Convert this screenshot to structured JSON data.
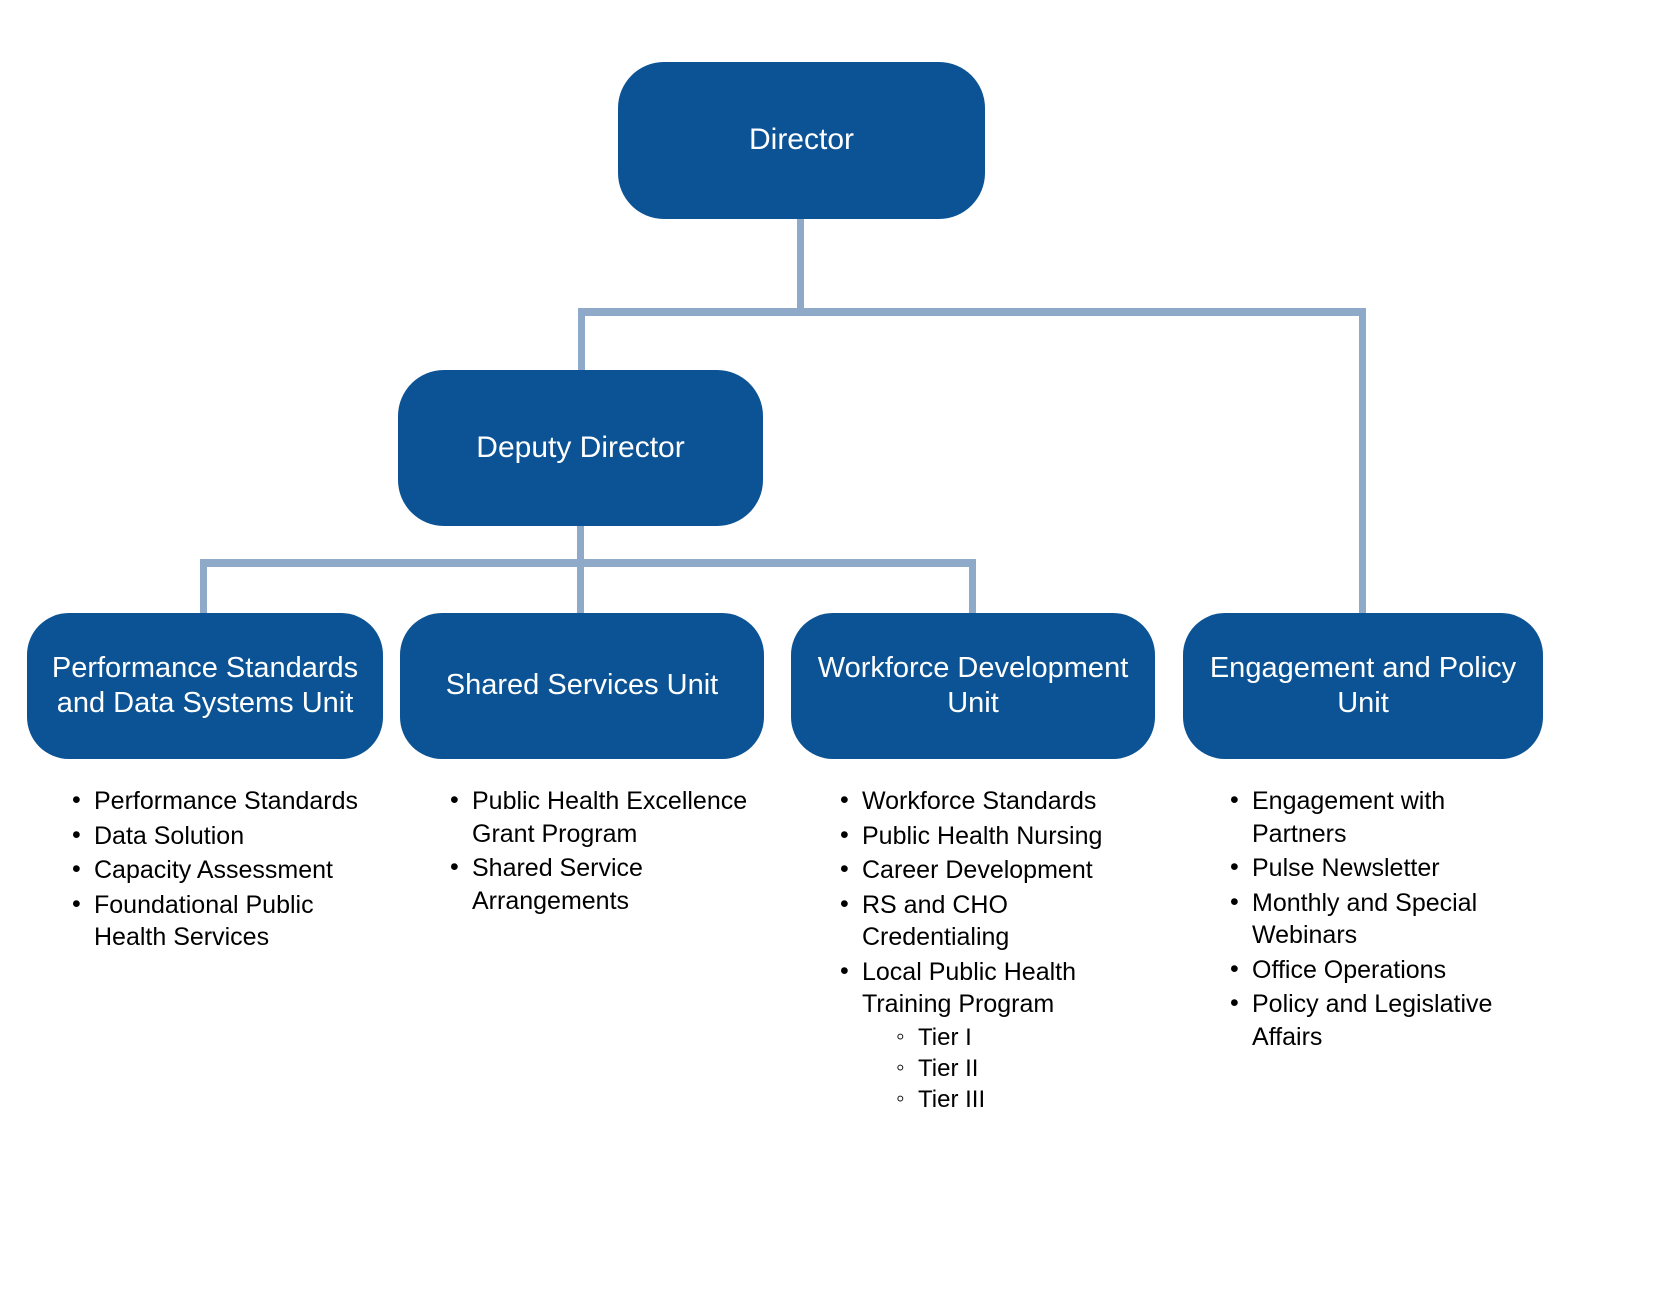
{
  "chart_data": {
    "type": "diagram",
    "title": "Organizational Chart",
    "colors": {
      "node_fill": "#0B5394",
      "node_text": "#FFFFFF",
      "connector": "#8FAAC8",
      "background": "#FFFFFF",
      "list_text": "#000000"
    },
    "nodes": [
      {
        "id": "director",
        "label": "Director",
        "level": 0
      },
      {
        "id": "deputy-director",
        "label": "Deputy Director",
        "level": 1,
        "parent": "director"
      },
      {
        "id": "performance-standards-and-data-systems-unit",
        "label": "Performance Standards and Data Systems Unit",
        "level": 2,
        "parent": "deputy-director"
      },
      {
        "id": "shared-services-unit",
        "label": "Shared Services Unit",
        "level": 2,
        "parent": "deputy-director"
      },
      {
        "id": "workforce-development-unit",
        "label": "Workforce Development Unit",
        "level": 2,
        "parent": "deputy-director"
      },
      {
        "id": "engagement-and-policy-unit",
        "label": "Engagement and Policy Unit",
        "level": 2,
        "parent": "director"
      }
    ],
    "edges": [
      {
        "from": "director",
        "to": "deputy-director"
      },
      {
        "from": "director",
        "to": "engagement-and-policy-unit"
      },
      {
        "from": "deputy-director",
        "to": "performance-standards-and-data-systems-unit"
      },
      {
        "from": "deputy-director",
        "to": "shared-services-unit"
      },
      {
        "from": "deputy-director",
        "to": "workforce-development-unit"
      }
    ]
  },
  "director": {
    "label": "Director"
  },
  "deputy_director": {
    "label": "Deputy Director"
  },
  "units": [
    {
      "label": "Performance Standards and Data Systems Unit",
      "items": [
        {
          "text": "Performance Standards"
        },
        {
          "text": "Data Solution"
        },
        {
          "text": "Capacity Assessment"
        },
        {
          "text": "Foundational Public Health Services"
        }
      ]
    },
    {
      "label": "Shared Services Unit",
      "items": [
        {
          "text": "Public Health Excellence Grant Program"
        },
        {
          "text": "Shared Service Arrangements"
        }
      ]
    },
    {
      "label": "Workforce Development Unit",
      "items": [
        {
          "text": "Workforce Standards"
        },
        {
          "text": "Public Health Nursing"
        },
        {
          "text": "Career Development"
        },
        {
          "text": "RS and CHO Credentialing"
        },
        {
          "text": "Local Public Health Training Program",
          "subitems": [
            "Tier I",
            "Tier II",
            "Tier III"
          ]
        }
      ]
    },
    {
      "label": "Engagement and Policy Unit",
      "items": [
        {
          "text": "Engagement with Partners"
        },
        {
          "text": "Pulse Newsletter"
        },
        {
          "text": "Monthly and Special Webinars"
        },
        {
          "text": "Office Operations"
        },
        {
          "text": "Policy and Legislative Affairs"
        }
      ]
    }
  ]
}
